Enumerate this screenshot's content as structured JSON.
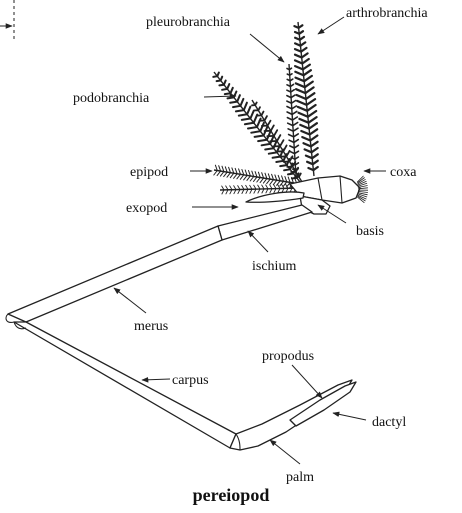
{
  "title": "pereiopod",
  "labels": {
    "pleurobranchia": "pleurobranchia",
    "arthrobranchia": "arthrobranchia",
    "podobranchia": "podobranchia",
    "epipod": "epipod",
    "coxa": "coxa",
    "exopod": "exopod",
    "basis": "basis",
    "ischium": "ischium",
    "merus": "merus",
    "carpus": "carpus",
    "propodus": "propodus",
    "dactyl": "dactyl",
    "palm": "palm"
  }
}
